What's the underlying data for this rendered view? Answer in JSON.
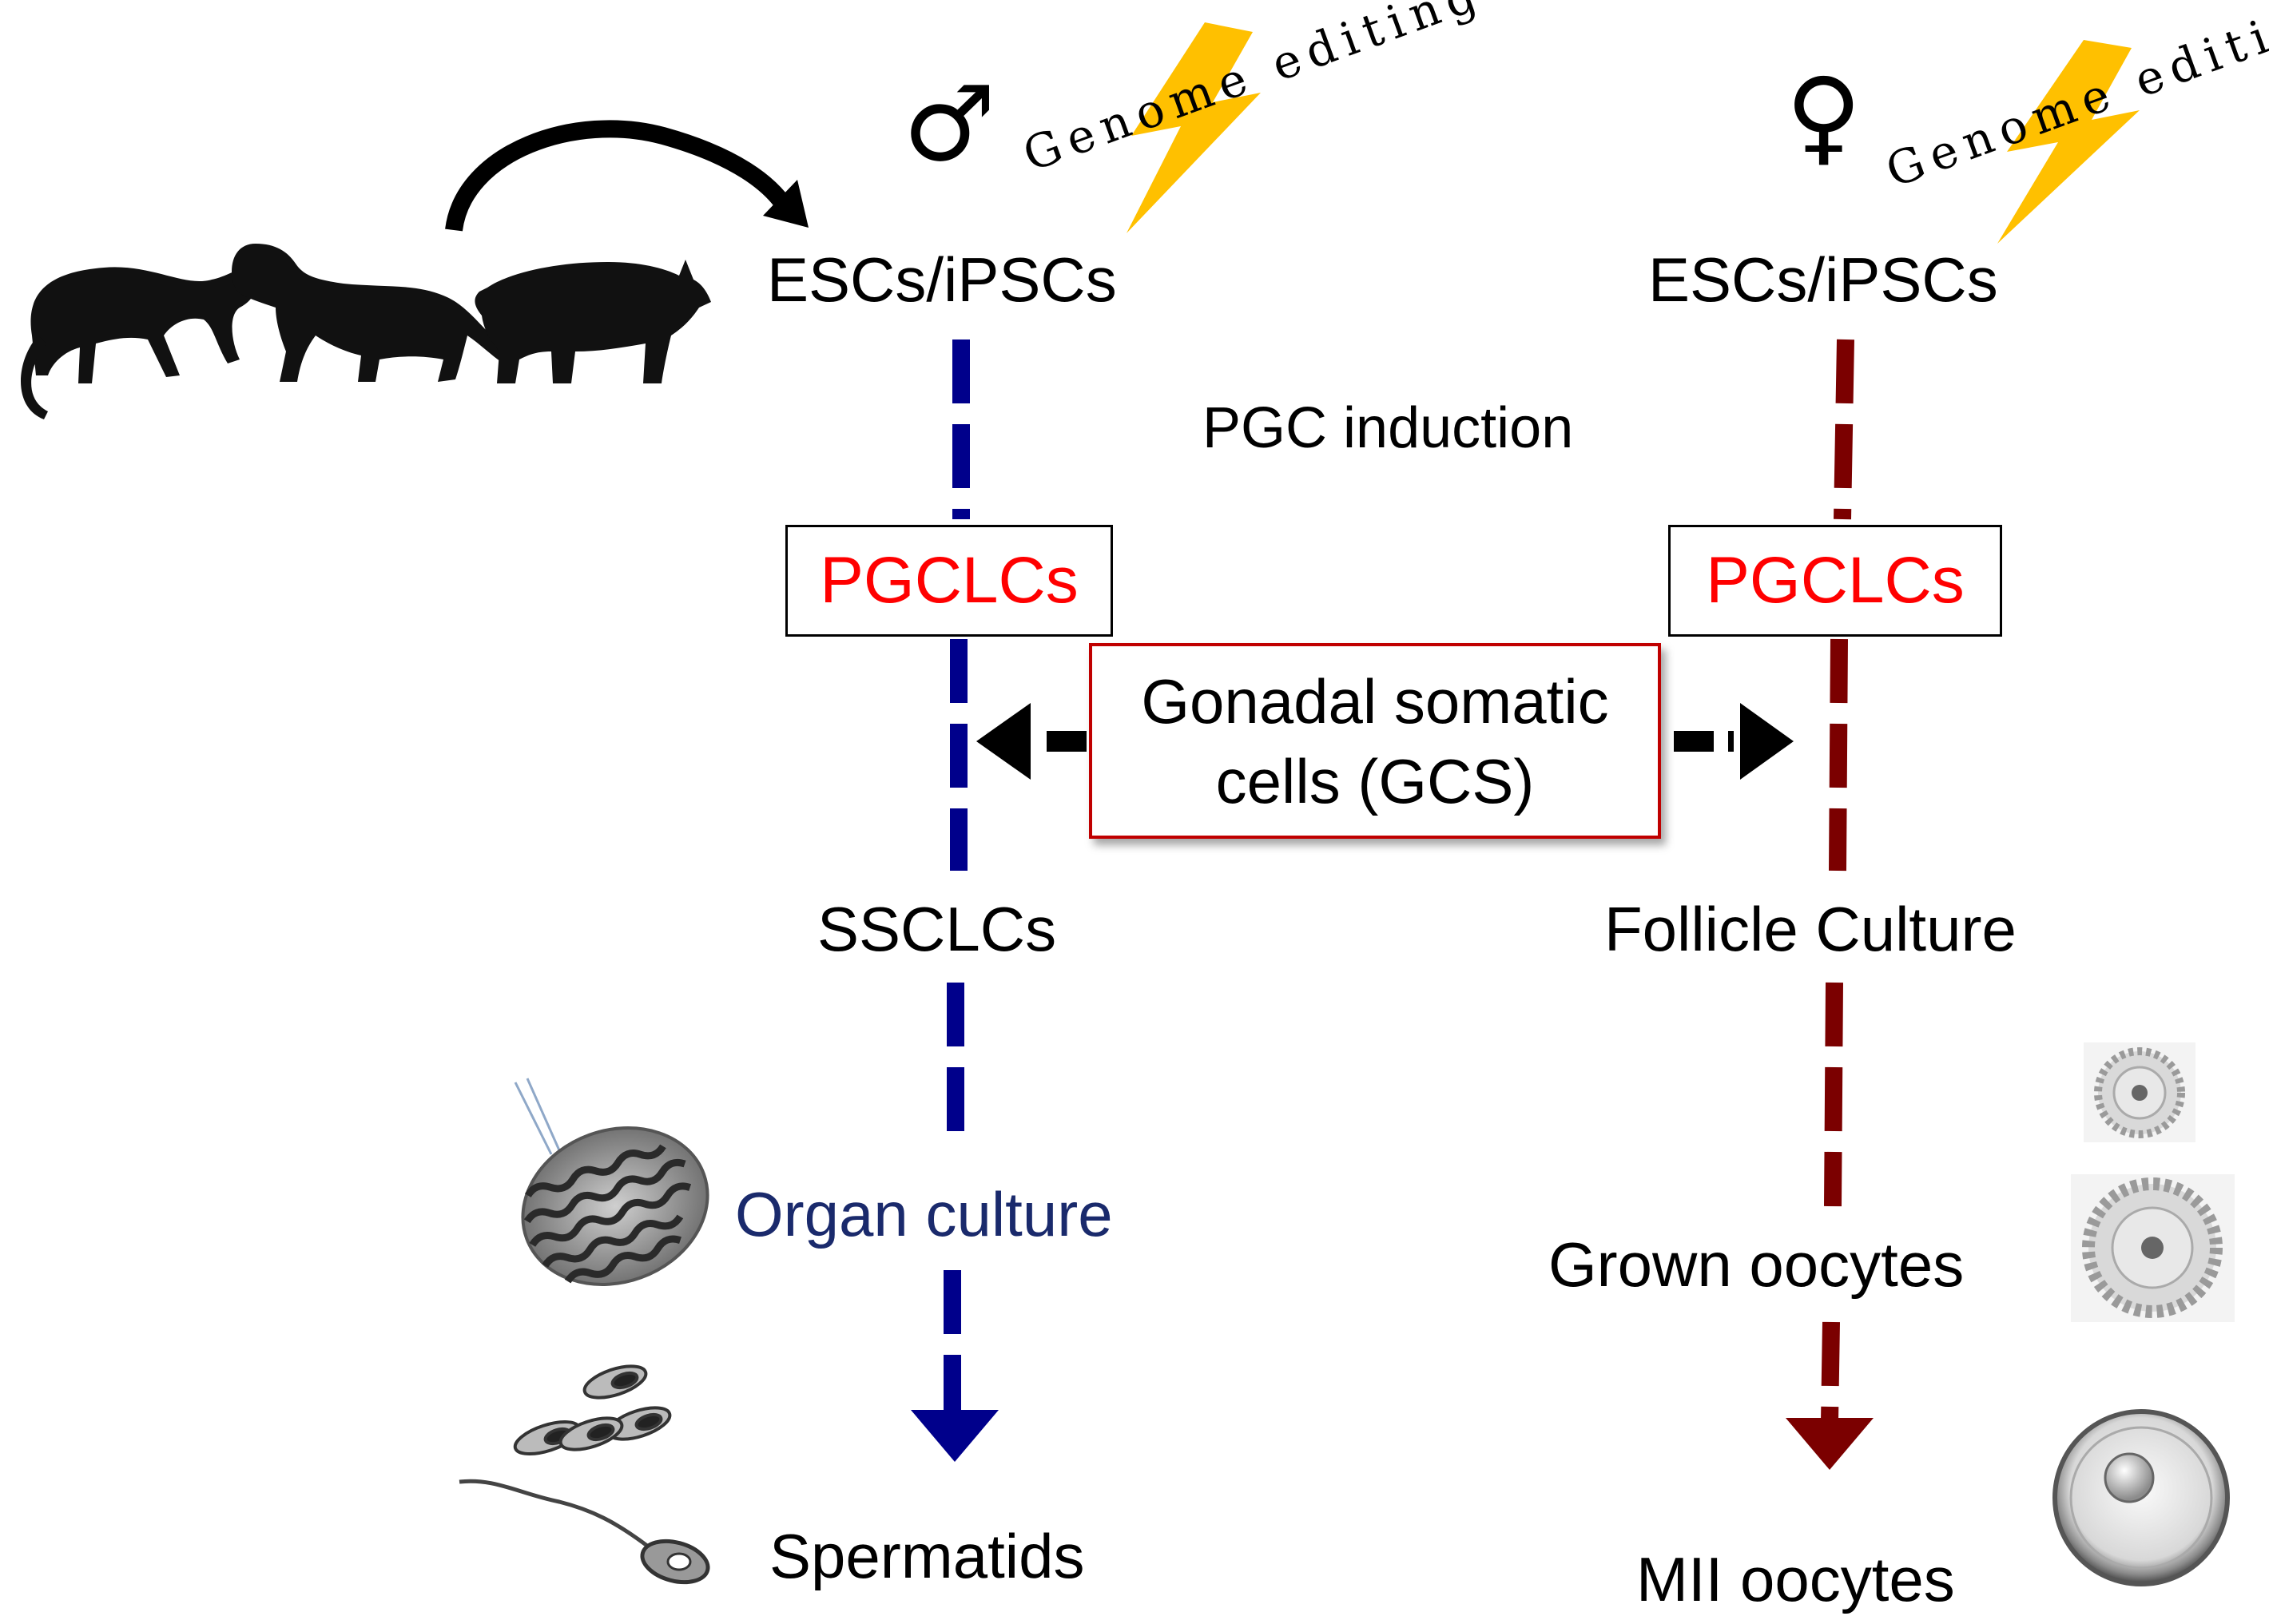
{
  "male": {
    "symbol": "♂",
    "genome_editing": "Genome editing",
    "source": "ESCs/iPSCs",
    "pgclc": "PGCLCs",
    "stage2": "SSCLCs",
    "culture": "Organ culture",
    "product": "Spermatids",
    "line_color": "#00008b"
  },
  "female": {
    "symbol": "♀",
    "genome_editing": "Genome editing",
    "source": "ESCs/iPSCs",
    "pgclc": "PGCLCs",
    "stage2": "Follicle Culture",
    "stage3": "Grown oocytes",
    "product": "MII oocytes",
    "line_color": "#7b0000"
  },
  "center": {
    "induction": "PGC induction",
    "gcs": "Gonadal somatic cells (GCS)"
  },
  "colors": {
    "pgclc_text": "#ff0000",
    "gcs_border": "#c00000",
    "organ_culture_text": "#1a2a6c",
    "lightning": "#ffc000"
  },
  "icons": [
    "monkey-silhouette",
    "dog-silhouette",
    "pig-silhouette",
    "curved-arrow",
    "lightning-bolt",
    "testis-tubule-image",
    "spermatid-cells",
    "follicle-image",
    "mii-oocyte-image"
  ]
}
